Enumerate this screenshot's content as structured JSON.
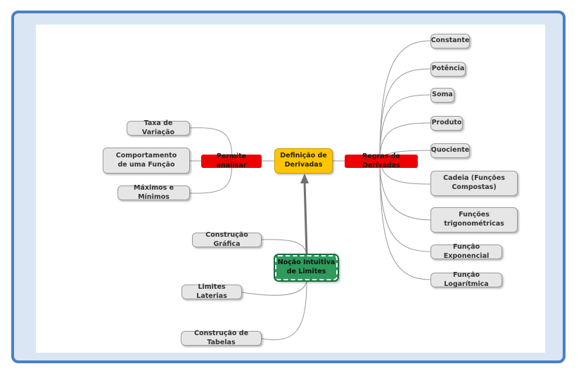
{
  "center": {
    "label": "Definição de Derivadas"
  },
  "left_hub": {
    "label": "Permite analisar"
  },
  "right_hub": {
    "label": "Regras de Derivadas"
  },
  "bottom_hub": {
    "label": "Noção Intuitiva de Limites"
  },
  "left_items": [
    "Taxa de Variação",
    "Comportamento de uma Função",
    "Máximos e Mínimos"
  ],
  "right_items": [
    "Constante",
    "Potência",
    "Soma",
    "Produto",
    "Quociente",
    "Cadeia (Funções Compostas)",
    "Funções trigonométricas",
    "Função Exponencial",
    "Função Logarítmica"
  ],
  "bottom_items": [
    "Construção Gráfica",
    "Limites Laterias",
    "Construção de Tabelas"
  ],
  "colors": {
    "frame": "#4a7fc8",
    "center": "#ffc600",
    "hub": "#ee0000",
    "intuitive": "#2e9a5c",
    "leaf": "#e6e6e6",
    "line": "#999999"
  }
}
